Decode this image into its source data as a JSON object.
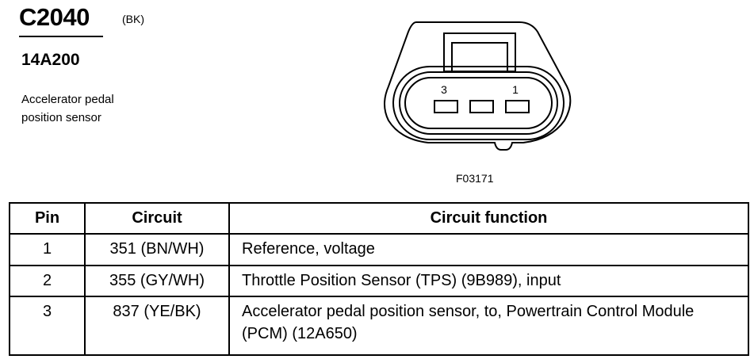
{
  "connector": {
    "id": "C2040",
    "color_code": "(BK)",
    "part_number": "14A200",
    "description_line1": "Accelerator pedal",
    "description_line2": "position sensor"
  },
  "figure": {
    "code": "F03171",
    "pin_labels": [
      "3",
      "1"
    ]
  },
  "table": {
    "headers": [
      "Pin",
      "Circuit",
      "Circuit function"
    ],
    "rows": [
      {
        "pin": "1",
        "circuit": "351 (BN/WH)",
        "function": "Reference, voltage"
      },
      {
        "pin": "2",
        "circuit": "355 (GY/WH)",
        "function": "Throttle Position Sensor (TPS) (9B989), input"
      },
      {
        "pin": "3",
        "circuit": "837 (YE/BK)",
        "function": "Accelerator pedal position sensor, to, Powertrain Control Module (PCM) (12A650)"
      }
    ]
  }
}
